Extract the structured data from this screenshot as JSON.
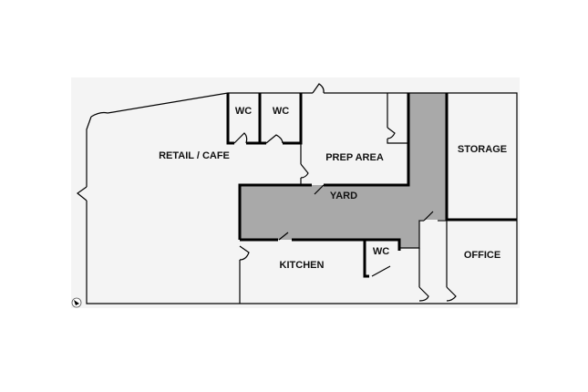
{
  "colors": {
    "panel": "#f4f4f4",
    "yard": "#a9a9a9",
    "wall": "#000000"
  },
  "rooms": {
    "retail": "RETAIL / CAFE",
    "wc1": "WC",
    "wc2": "WC",
    "prep": "PREP AREA",
    "yard": "YARD",
    "storage": "STORAGE",
    "kitchen": "KITCHEN",
    "wc3": "WC",
    "office": "OFFICE"
  },
  "compass_icon": "north-arrow-icon"
}
